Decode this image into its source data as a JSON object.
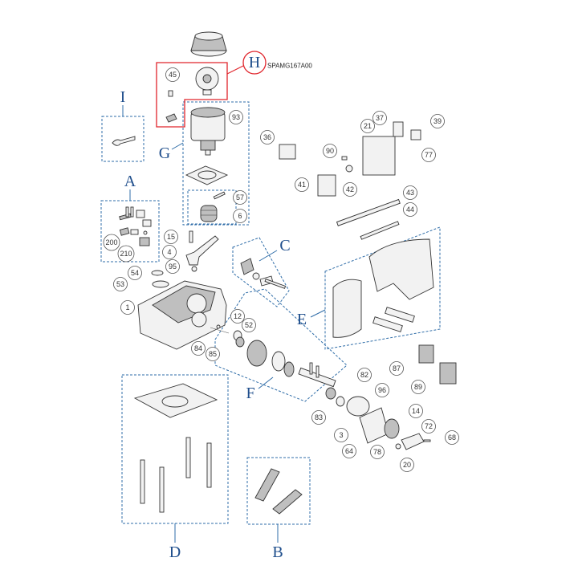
{
  "groups": {
    "A": "A",
    "B": "B",
    "C": "C",
    "D": "D",
    "E": "E",
    "F": "F",
    "G": "G",
    "H": "H",
    "I": "I"
  },
  "code_label": "SPAMG167A00",
  "parts": {
    "p1": "1",
    "p3": "3",
    "p4": "4",
    "p6": "6",
    "p12": "12",
    "p14": "14",
    "p15": "15",
    "p20": "20",
    "p21": "21",
    "p36": "36",
    "p37": "37",
    "p39": "39",
    "p41": "41",
    "p42": "42",
    "p43": "43",
    "p44": "44",
    "p45": "45",
    "p52": "52",
    "p53": "53",
    "p54": "54",
    "p57": "57",
    "p64": "64",
    "p68": "68",
    "p72": "72",
    "p77": "77",
    "p78": "78",
    "p82": "82",
    "p83": "83",
    "p84": "84",
    "p85": "85",
    "p87": "87",
    "p89": "89",
    "p90": "90",
    "p93": "93",
    "p95": "95",
    "p96": "96",
    "p200": "200",
    "p210": "210"
  },
  "colors": {
    "group_letter": "#1f4e8c",
    "dashed_box": "#2f6da8",
    "highlight": "#e0242b"
  }
}
